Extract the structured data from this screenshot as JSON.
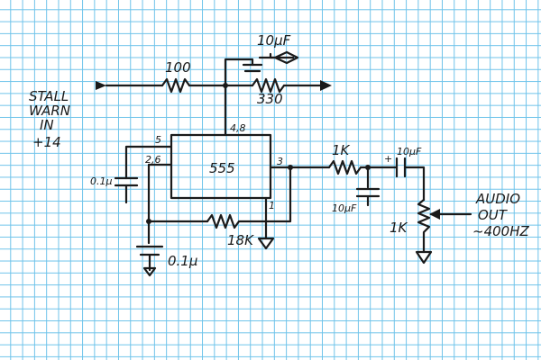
{
  "input_label": [
    "STALL",
    "WARN",
    "IN",
    "+14"
  ],
  "output_label": [
    "AUDIO",
    "OUT",
    "~400HZ"
  ],
  "ic": {
    "name": "555",
    "pin_top": "4,8",
    "pin_left_top": "5",
    "pin_left_mid": "2,6",
    "pin_right": "3",
    "pin_bottom": "1"
  },
  "components": {
    "r_in": "100",
    "c_top": "10µF",
    "r_330": "330",
    "c_left": "0.1µ",
    "r_out": "1K",
    "c_out_series": "10µF",
    "c_out_shunt": "10µF",
    "pot": "1K",
    "r_timing": "18K",
    "c_timing": "0.1µ"
  },
  "polarity_mark": "+"
}
